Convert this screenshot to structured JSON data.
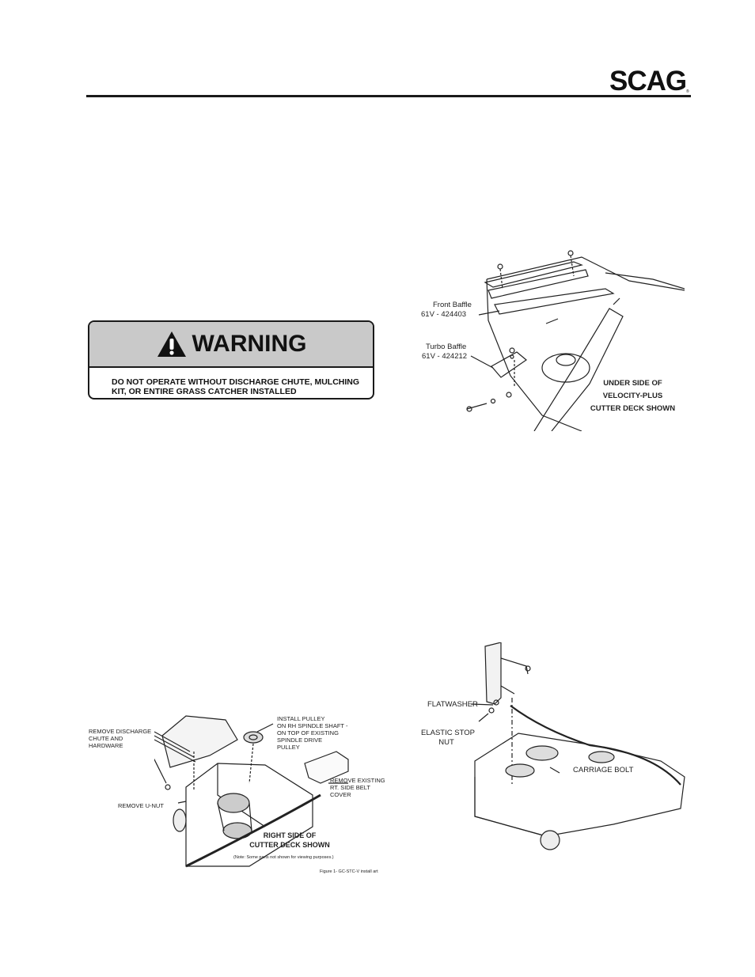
{
  "header": {
    "logo_text": "SCAG",
    "logo_mark": "®"
  },
  "warning": {
    "title": "WARNING",
    "line1": "DO NOT OPERATE WITHOUT DISCHARGE CHUTE, MULCHING",
    "line2": "KIT, OR ENTIRE GRASS CATCHER INSTALLED"
  },
  "baffle_figure": {
    "front_baffle": "Front Baffle",
    "front_baffle_part": "61V - 424403",
    "turbo_baffle": "Turbo Baffle",
    "turbo_baffle_part": "61V - 424212",
    "caption_line1": "UNDER SIDE OF",
    "caption_line2": "VELOCITY-PLUS",
    "caption_line3": "CUTTER DECK SHOWN"
  },
  "deck_figure": {
    "remove_chute_1": "REMOVE DISCHARGE",
    "remove_chute_2": "CHUTE AND",
    "remove_chute_3": "HARDWARE",
    "install_pulley_1": "INSTALL PULLEY",
    "install_pulley_2": "ON RH SPINDLE SHAFT -",
    "install_pulley_3": "ON TOP OF EXISTING",
    "install_pulley_4": "SPINDLE DRIVE",
    "install_pulley_5": "PULLEY",
    "remove_cover_1": "REMOVE EXISTING",
    "remove_cover_2": "RT. SIDE BELT",
    "remove_cover_3": "COVER",
    "remove_unut": "REMOVE U-NUT",
    "caption_line1": "RIGHT SIDE OF",
    "caption_line2": "CUTTER DECK SHOWN",
    "note": "(Note: Some parts not shown for viewing purposes.)",
    "figure_id": "Figure 1- GC-STC-V install art"
  },
  "bracket_figure": {
    "flatwasher": "FLATWASHER",
    "elastic_stop_1": "ELASTIC STOP",
    "elastic_stop_2": "NUT",
    "carriage_bolt": "CARRIAGE BOLT"
  }
}
